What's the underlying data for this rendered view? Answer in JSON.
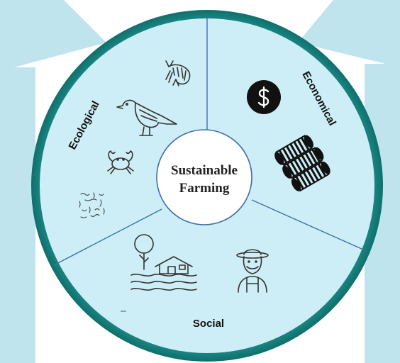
{
  "diagram": {
    "center": {
      "line1": "Sustainable",
      "line2": "Farming"
    },
    "segments": [
      {
        "label": "Ecological",
        "icons": [
          "shrimp-icon",
          "bird-icon",
          "crab-icon",
          "microorganism-icon"
        ]
      },
      {
        "label": "Economical",
        "icons": [
          "dollar-icon",
          "coins-stack-icon"
        ]
      },
      {
        "label": "Social",
        "icons": [
          "house-by-water-icon",
          "farmer-icon"
        ]
      }
    ],
    "colors": {
      "background_band": "#bfe4ee",
      "outer_ring": "#1f8f8c",
      "wheel_fill": "#cdeef6",
      "divider": "#3f6fa8",
      "center_fill": "#ffffff"
    }
  }
}
